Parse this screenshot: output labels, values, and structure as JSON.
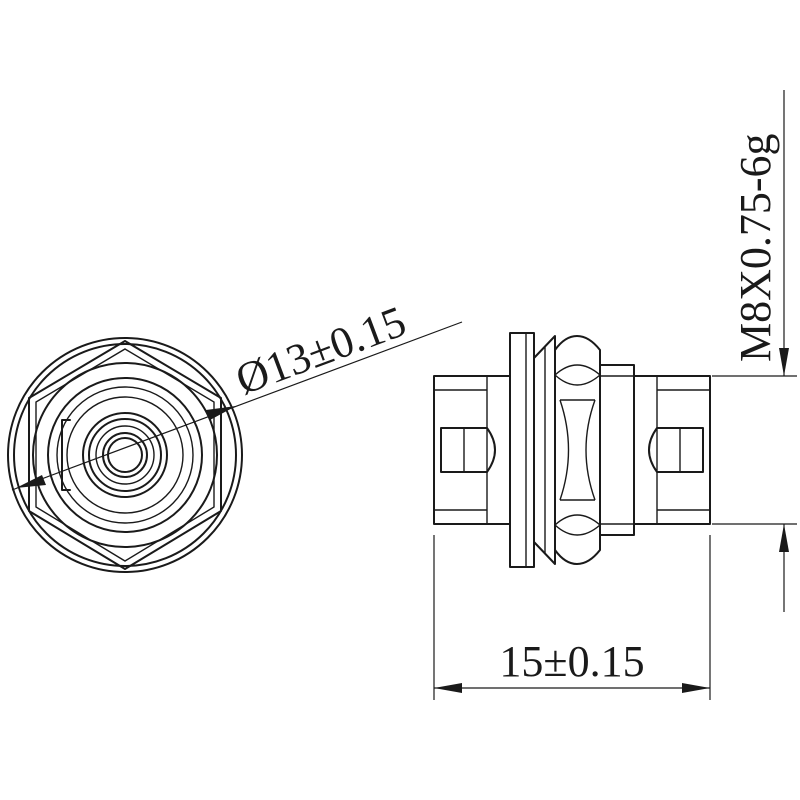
{
  "dimensions": {
    "diameter": "Ø13±0.15",
    "length": "15±0.15",
    "thread": "M8X0.75-6g"
  }
}
